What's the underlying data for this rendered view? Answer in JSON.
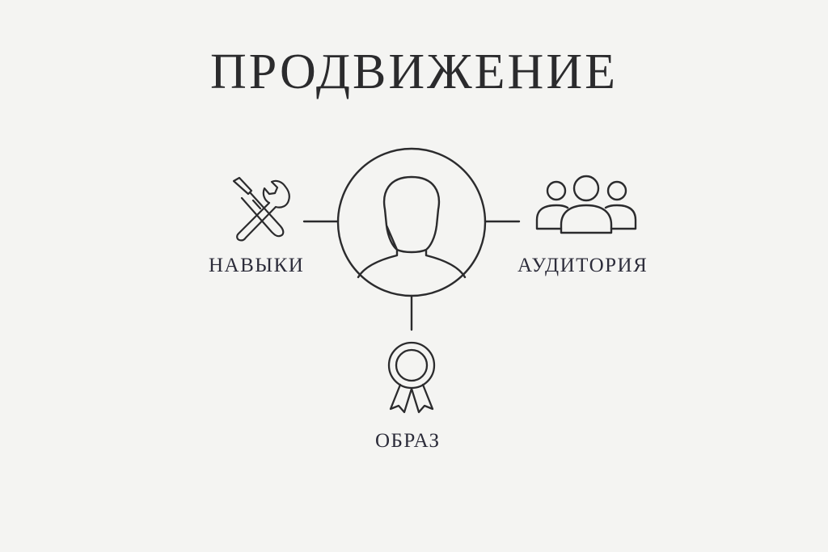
{
  "title": "ПРОДВИЖЕНИЕ",
  "nodes": {
    "center": {
      "icon": "person-icon"
    },
    "skills": {
      "label": "НАВЫКИ",
      "icon": "tools-icon"
    },
    "audience": {
      "label": "АУДИТОРИЯ",
      "icon": "group-icon"
    },
    "image": {
      "label": "ОБРАЗ",
      "icon": "award-ribbon-icon"
    }
  },
  "colors": {
    "background": "#f4f4f2",
    "stroke": "#2b2b2d",
    "text": "#2c2c3a"
  }
}
